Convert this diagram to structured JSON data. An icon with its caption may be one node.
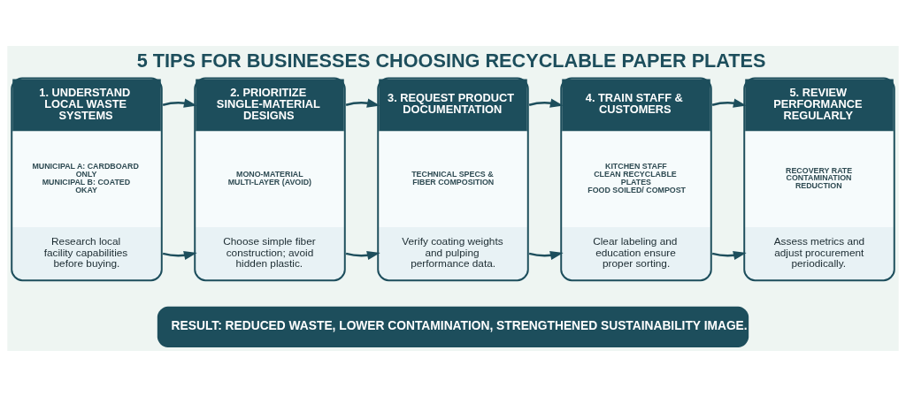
{
  "diagram": {
    "title": "5 TIPS FOR BUSINESSES CHOOSING RECYCLABLE PAPER PLATES",
    "nodes": [
      {
        "text": [
          "1. UNDERSTAND LOCAL WASTE SYSTEMS",
          "MUNICIPAL A: CARDBOARD ONLY",
          "MUNICIPAL B: COATED OKAY",
          "Research local facility capabilities before buying."
        ]
      },
      {
        "text": [
          "2. PRIORITIZE SINGLE-MATERIAL DESIGNS",
          "MONO-MATERIAL",
          "MULTI-LAYER (AVOID)",
          "Choose simple fiber construction; avoid hidden plastic."
        ]
      },
      {
        "text": [
          "3. REQUEST PRODUCT DOCUMENTATION",
          "TECHNICAL SPECS & FIBER COMPOSITION",
          "Verify coating weights and pulping performance data."
        ]
      },
      {
        "text": [
          "4. TRAIN STAFF & CUSTOMERS",
          "KITCHEN STAFF",
          "CLEAN RECYCLABLE PLATES",
          "FOOD SOILED/ COMPOST",
          "Clear labeling and education ensure proper sorting."
        ]
      },
      {
        "text": [
          "5. REVIEW PERFORMANCE REGULARLY",
          "RECOVERY RATE",
          "CONTAMINATION REDUCTION",
          "Assess metrics and adjust procurement periodically."
        ]
      },
      {
        "text": [
          "RESULT: REDUCED WASTE, LOWER CONTAMINATION, STRENGTHENED SUSTAINABILITY IMAGE."
        ]
      }
    ],
    "edges": [
      {
        "from": 0,
        "to": 1,
        "arrow": "to"
      },
      {
        "from": 0,
        "to": 1,
        "arrow": "to"
      },
      {
        "from": 1,
        "to": 2,
        "arrow": "to"
      },
      {
        "from": 1,
        "to": 2,
        "arrow": "to"
      },
      {
        "from": 2,
        "to": 3,
        "arrow": "to"
      },
      {
        "from": 2,
        "to": 3,
        "arrow": "to"
      },
      {
        "from": 3,
        "to": 4,
        "arrow": "to"
      },
      {
        "from": 3,
        "to": 4,
        "arrow": "to"
      }
    ]
  }
}
